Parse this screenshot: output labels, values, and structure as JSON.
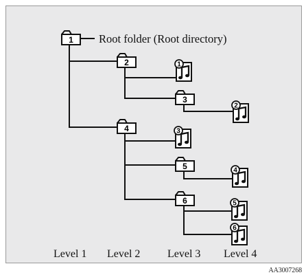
{
  "diagram": {
    "root_label": "Root folder (Root directory)",
    "folders": [
      {
        "number": "1",
        "level": 1
      },
      {
        "number": "2",
        "level": 2
      },
      {
        "number": "3",
        "level": 3
      },
      {
        "number": "4",
        "level": 2
      },
      {
        "number": "5",
        "level": 3
      },
      {
        "number": "6",
        "level": 3
      }
    ],
    "tracks": [
      {
        "number": "1",
        "folder": "2"
      },
      {
        "number": "2",
        "folder": "3"
      },
      {
        "number": "3",
        "folder": "4"
      },
      {
        "number": "4",
        "folder": "5"
      },
      {
        "number": "5",
        "folder": "6"
      },
      {
        "number": "6",
        "folder": "6"
      }
    ],
    "levels": [
      "Level 1",
      "Level 2",
      "Level 3",
      "Level 4"
    ],
    "reference_code": "AA3007268"
  },
  "colors": {
    "panel_background": "#e9e9ea",
    "line": "#111111",
    "folder_fill": "#ffffff"
  }
}
